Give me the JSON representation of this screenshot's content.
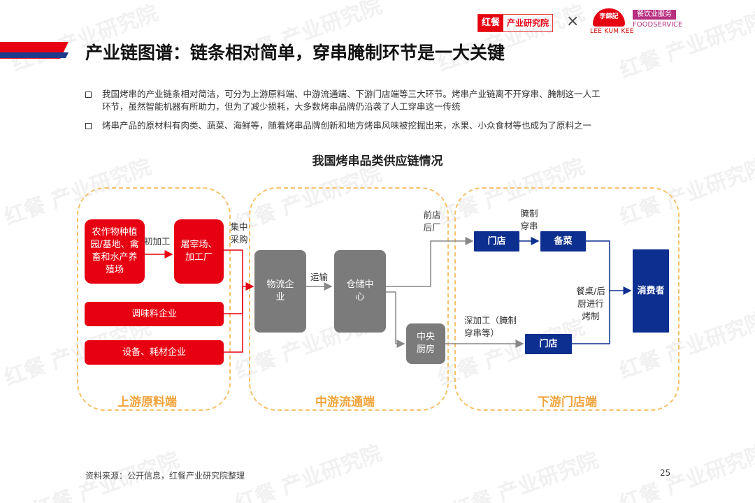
{
  "header": {
    "logo_red": "红餐",
    "logo_text": "产业研究院",
    "times": "×",
    "lkk_cn": "李錦記",
    "lkk_en": "LEE KUM KEE",
    "fs_cn": "餐饮业服务",
    "fs_en": "FOODSERVICE"
  },
  "title": "产业链图谱：链条相对简单，穿串腌制环节是一大关键",
  "bullets": [
    {
      "lines": [
        "我国烤串的产业链条相对简洁，可分为上游原料端、中游流通端、下游门店端等三大环节。烤串产业链离不开穿串、腌制这一人工",
        "环节，虽然智能机器有所助力，但为了减少损耗，大多数烤串品牌仍沿袭了人工穿串这一传统"
      ]
    },
    {
      "lines": [
        "烤串产品的原材料有肉类、蔬菜、海鲜等，随着烤串品牌创新和地方烤串风味被挖掘出来，水果、小众食材等也成为了原料之一"
      ]
    }
  ],
  "diagram": {
    "title": "我国烤串品类供应链情况",
    "regions": {
      "upstream": "上游原料端",
      "midstream": "中游流通端",
      "downstream": "下游门店端"
    },
    "nodes": {
      "farm": "农作物种植园/基地、禽畜和水产养殖场",
      "slaughter": "屠宰场、加工厂",
      "seasoning": "调味料企业",
      "equipment": "设备、耗材企业",
      "logistics": "物流企业",
      "warehouse": "仓储中心",
      "central_kitchen": "中央厨房",
      "store_top": "门店",
      "prep": "备菜",
      "consumer": "消费者",
      "store_bottom": "门店"
    },
    "edge_labels": {
      "initial_processing": "初加工",
      "centralized_purchase": "集中采购",
      "transport": "运输",
      "front_store_back_factory": "前店后厂",
      "marinate_skewer": "腌制穿串",
      "deep_processing": "深加工（腌制穿串等）",
      "table_kitchen": "餐桌/后厨进行烤制"
    }
  },
  "footer": {
    "source": "资料来源：公开信息，红餐产业研究院整理",
    "page": "25"
  }
}
